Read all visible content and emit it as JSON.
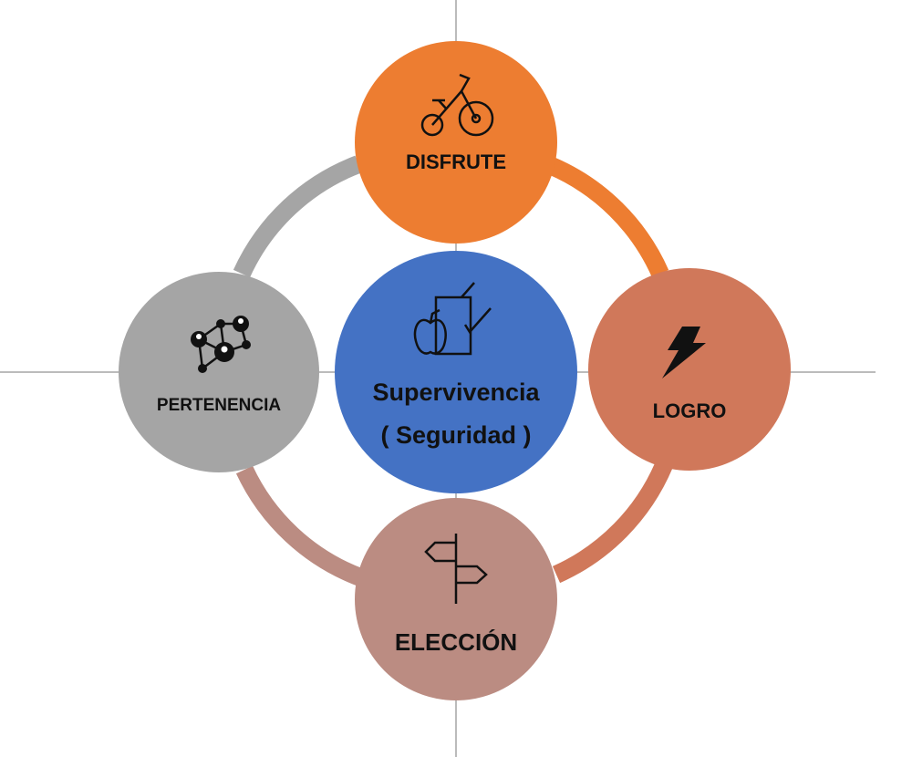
{
  "center": {
    "title": "Supervivencia",
    "subtitle": "( Seguridad )",
    "icon": "apple-and-glass-icon",
    "color": "#4472C4"
  },
  "nodes": {
    "top": {
      "label": "DISFRUTE",
      "icon": "tricycle-icon",
      "color": "#ED7D31"
    },
    "right": {
      "label": "LOGRO",
      "icon": "lightning-bolt-icon",
      "color": "#D0785A"
    },
    "bottom": {
      "label": "ELECCIÓN",
      "icon": "signpost-icon",
      "color": "#BB8C82"
    },
    "left": {
      "label": "PERTENENCIA",
      "icon": "network-people-icon",
      "color": "#A5A5A5"
    }
  },
  "ring_colors": {
    "top_right": "#ED7D31",
    "right_bottom": "#D0785A",
    "bottom_left": "#BB8C82",
    "left_top": "#A5A5A5"
  }
}
